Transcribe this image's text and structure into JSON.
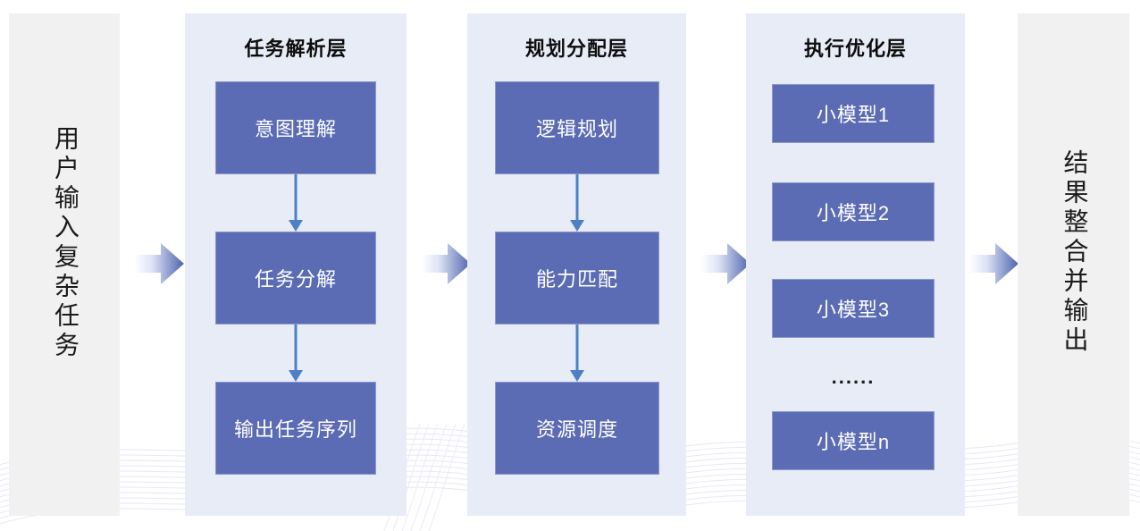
{
  "diagram": {
    "title_semantic": "large-model-task-orchestration-pipeline",
    "colors": {
      "node_fill": "#5b6cb4",
      "node_border": "#8a99d0",
      "layer_panel": "#e7ecf7",
      "edge_panel": "#f1f1f1",
      "arrow_blue": "#4e80c6",
      "text_dark": "#1b1b1b",
      "text_light": "#ffffff"
    },
    "input_panel": {
      "label": "用户输入复杂任务"
    },
    "output_panel": {
      "label": "结果整合并输出"
    },
    "layers": [
      {
        "title": "任务解析层",
        "nodes": [
          "意图理解",
          "任务分解",
          "输出任务序列"
        ],
        "connector": "down-arrow"
      },
      {
        "title": "规划分配层",
        "nodes": [
          "逻辑规划",
          "能力匹配",
          "资源调度"
        ],
        "connector": "down-arrow"
      },
      {
        "title": "执行优化层",
        "nodes": [
          "小模型1",
          "小模型2",
          "小模型3",
          "小模型n"
        ],
        "ellipsis": "......",
        "connector": "none"
      }
    ],
    "flow_arrows": [
      {
        "from": "用户输入复杂任务",
        "to": "任务解析层"
      },
      {
        "from": "任务解析层",
        "to": "规划分配层"
      },
      {
        "from": "规划分配层",
        "to": "执行优化层"
      },
      {
        "from": "执行优化层",
        "to": "结果整合并输出"
      }
    ]
  }
}
